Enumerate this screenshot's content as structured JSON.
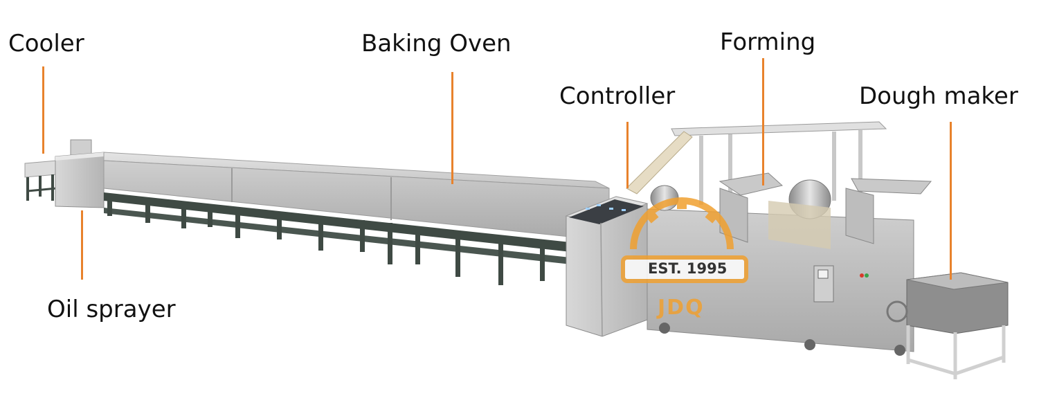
{
  "diagram": {
    "labels": {
      "cooler": "Cooler",
      "oil_sprayer": "Oil sprayer",
      "baking_oven": "Baking Oven",
      "controller": "Controller",
      "forming": "Forming",
      "dough_maker": "Dough maker"
    },
    "watermark": {
      "est": "EST. 1995",
      "brand": "JDQ"
    },
    "colors": {
      "leader_line": "#e8822c",
      "watermark": "#f0a030",
      "steel_light": "#d2d2d2",
      "steel_mid": "#b9b9b9",
      "steel_dark": "#8f8f8f",
      "frame": "#3f4a44"
    }
  }
}
